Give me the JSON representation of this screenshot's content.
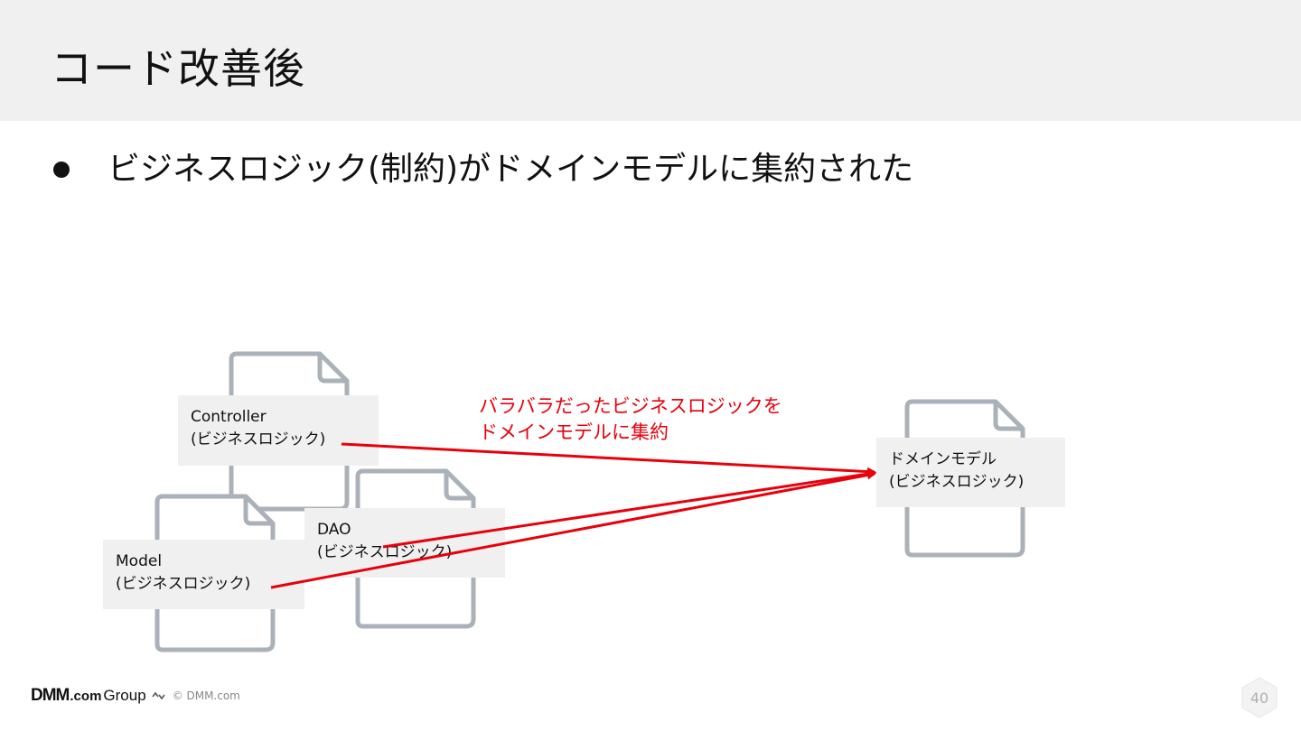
{
  "slide": {
    "title": "コード改善後",
    "bullet": "ビジネスロジック(制約)がドメインモデルに集約された",
    "page_number": "40"
  },
  "diagram": {
    "boxes": {
      "controller": {
        "line1": "Controller",
        "line2": "(ビジネスロジック)"
      },
      "model": {
        "line1": "Model",
        "line2": "(ビジネスロジック)"
      },
      "dao": {
        "line1": "DAO",
        "line2": "(ビジネスロジック)"
      },
      "domain": {
        "line1": "ドメインモデル",
        "line2": "(ビジネスロジック)"
      }
    },
    "annotation": {
      "line1": "バラバラだったビジネスロジックを",
      "line2": "ドメインモデルに集約"
    },
    "icons": [
      "document-icon"
    ],
    "colors": {
      "arrow": "#e8000b",
      "annotation": "#e8000b",
      "icon_outline": "#aab1b8",
      "box_fill": "#f0f0f0"
    }
  },
  "footer": {
    "logo_dmm": "DMM",
    "logo_com": ".com",
    "logo_group": "Group",
    "copyright": "© DMM.com"
  }
}
